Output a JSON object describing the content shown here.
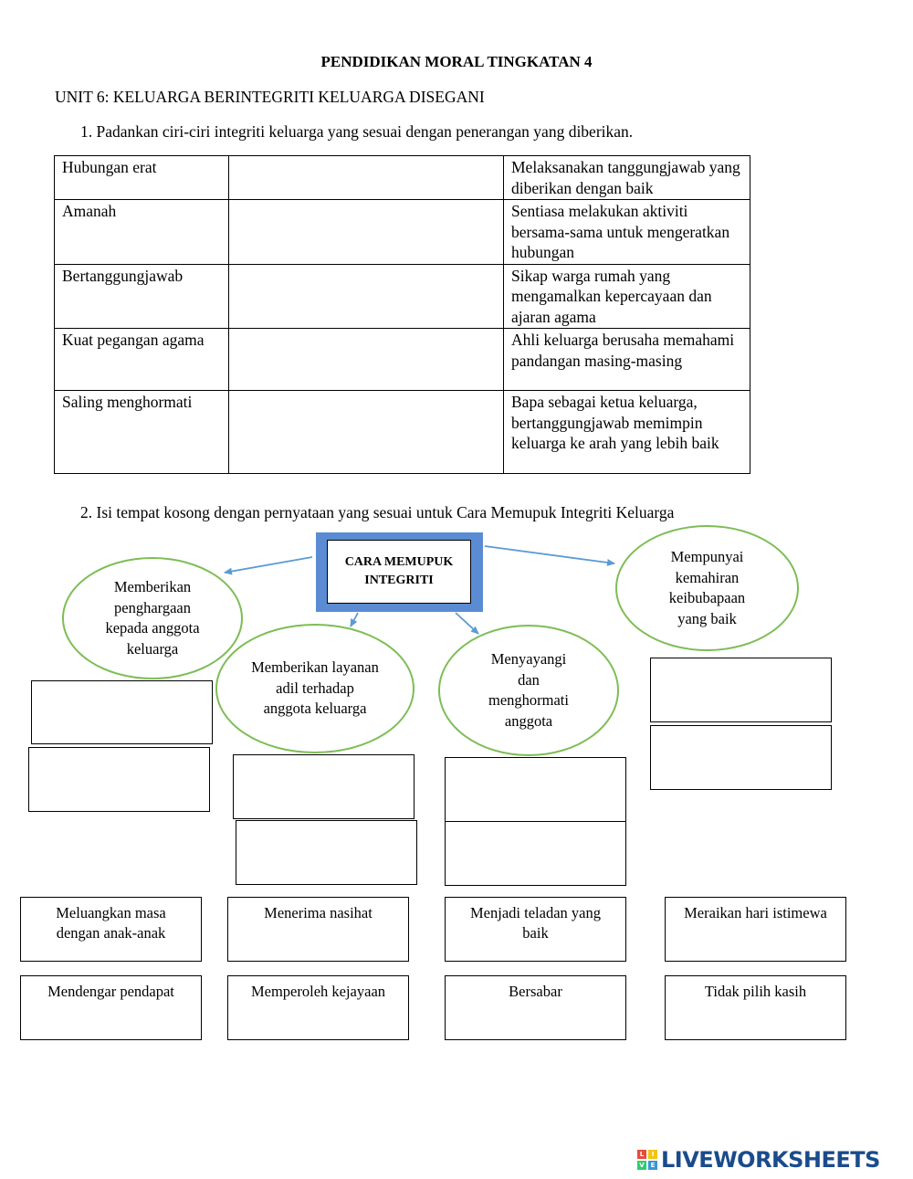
{
  "header": {
    "title": "PENDIDIKAN MORAL TINGKATAN 4",
    "unit": "UNIT 6: KELUARGA BERINTEGRITI KELUARGA DISEGANI"
  },
  "question1": {
    "text": "1.   Padankan ciri-ciri integriti keluarga yang sesuai dengan penerangan yang diberikan.",
    "rows": [
      {
        "trait": "Hubungan erat",
        "description": "Melaksanakan tanggungjawab yang diberikan dengan baik"
      },
      {
        "trait": "Amanah",
        "description": "Sentiasa melakukan aktiviti bersama-sama untuk mengeratkan hubungan"
      },
      {
        "trait": "Bertanggungjawab",
        "description": "Sikap warga rumah yang mengamalkan kepercayaan dan ajaran agama"
      },
      {
        "trait": "Kuat pegangan agama",
        "description": "Ahli keluarga berusaha memahami pandangan masing-masing"
      },
      {
        "trait": "Saling menghormati",
        "description": "Bapa sebagai ketua keluarga, bertanggungjawab memimpin keluarga ke arah yang lebih baik"
      }
    ]
  },
  "question2": {
    "text": "2.   Isi tempat kosong dengan pernyataan yang sesuai untuk Cara Memupuk Integriti Keluarga",
    "center_label": "CARA MEMUPUK INTEGRITI",
    "ovals": [
      "Memberikan penghargaan kepada anggota keluarga",
      "Memberikan layanan adil terhadap anggota keluarga",
      "Menyayangi dan menghormati anggota",
      "Mempunyai kemahiran keibubapaan yang baik"
    ],
    "options": [
      "Meluangkan masa dengan anak-anak",
      "Menerima nasihat",
      "Menjadi teladan yang baik",
      "Meraikan hari istimewa",
      "Mendengar pendapat",
      "Memperoleh kejayaan",
      "Bersabar",
      "Tidak pilih kasih"
    ]
  },
  "footer": {
    "logo_text": "LIVEWORKSHEETS",
    "logo_letters": [
      "L",
      "I",
      "V",
      "E"
    ]
  },
  "colors": {
    "oval_border": "#7dbd55",
    "center_fill": "#5b8cd3",
    "arrow": "#5b9bd5",
    "logo": "#1a4c8c"
  }
}
